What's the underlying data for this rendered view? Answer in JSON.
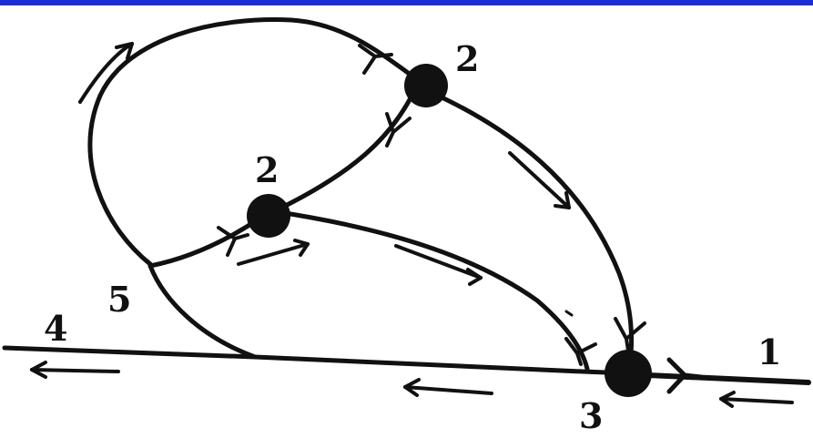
{
  "diagram": {
    "labels": {
      "top_node": "2",
      "middle_node": "2",
      "bottom_node": "3",
      "right_end": "1",
      "left_end": "4",
      "junction": "5"
    },
    "colors": {
      "ink": "#111111",
      "top_bar": "#1a2fd8",
      "background": "#ffffff"
    }
  }
}
